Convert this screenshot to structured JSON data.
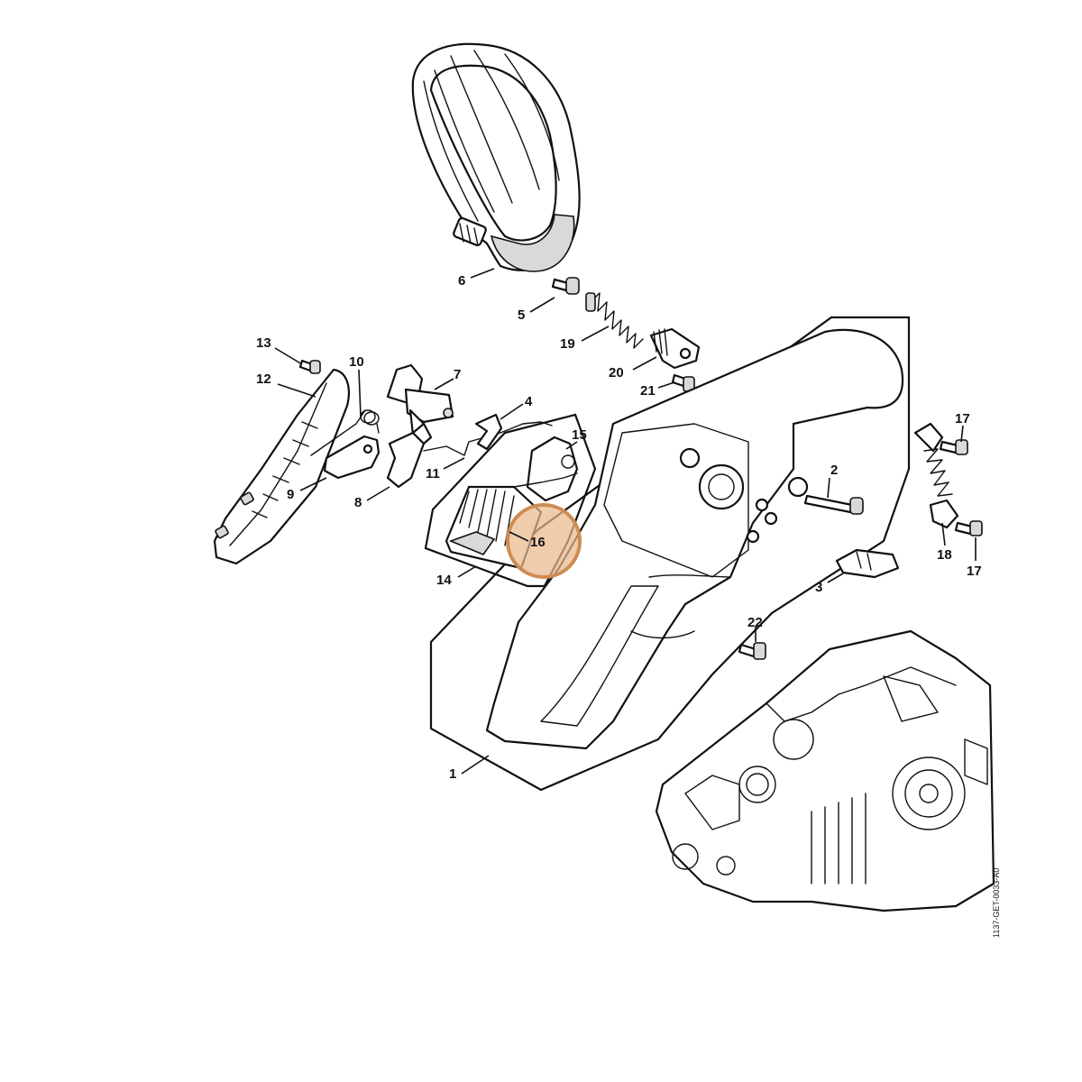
{
  "callouts": {
    "c1": "1",
    "c2": "2",
    "c3": "3",
    "c4": "4",
    "c5": "5",
    "c6": "6",
    "c7": "7",
    "c8": "8",
    "c9": "9",
    "c10": "10",
    "c11": "11",
    "c12": "12",
    "c13": "13",
    "c14": "14",
    "c15": "15",
    "c16": "16",
    "c17a": "17",
    "c17b": "17",
    "c18": "18",
    "c19": "19",
    "c20": "20",
    "c21": "21",
    "c22": "22"
  },
  "highlight": {
    "part": "16",
    "color": "#d9985a"
  },
  "document_id": "1137-GET-0033-A0"
}
